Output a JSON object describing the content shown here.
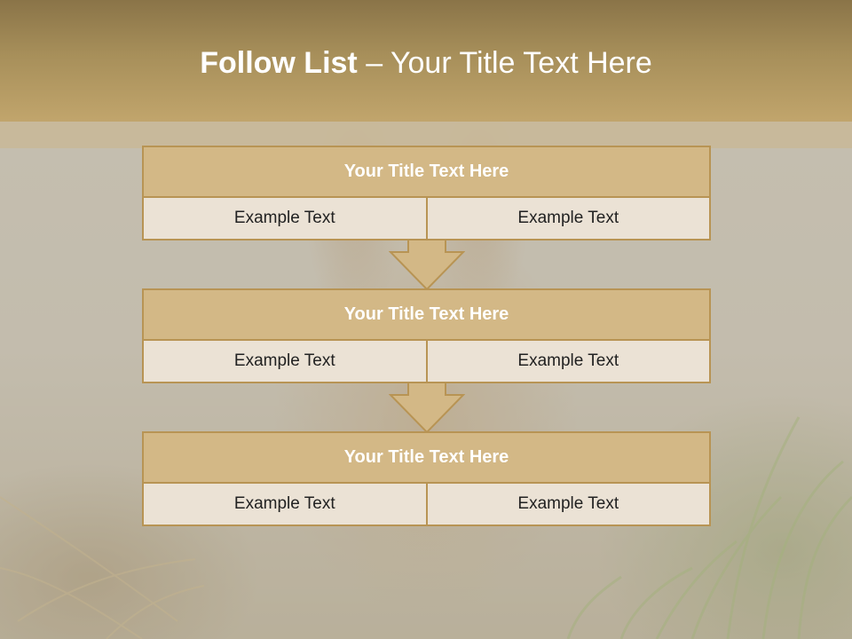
{
  "header": {
    "title_bold": "Follow List",
    "title_rest": " – Your Title Text Here"
  },
  "blocks": [
    {
      "title": "Your Title Text Here",
      "left_text": "Example Text",
      "right_text": "Example Text"
    },
    {
      "title": "Your Title Text Here",
      "left_text": "Example Text",
      "right_text": "Example Text"
    },
    {
      "title": "Your Title Text Here",
      "left_text": "Example Text",
      "right_text": "Example Text"
    }
  ],
  "colors": {
    "header": "#a78f5a",
    "box_title": "#d3b886",
    "box_border": "#b89454",
    "box_body": "#ebe2d5",
    "arrow": "#d3b886"
  },
  "icons": [
    "down-arrow-icon"
  ]
}
